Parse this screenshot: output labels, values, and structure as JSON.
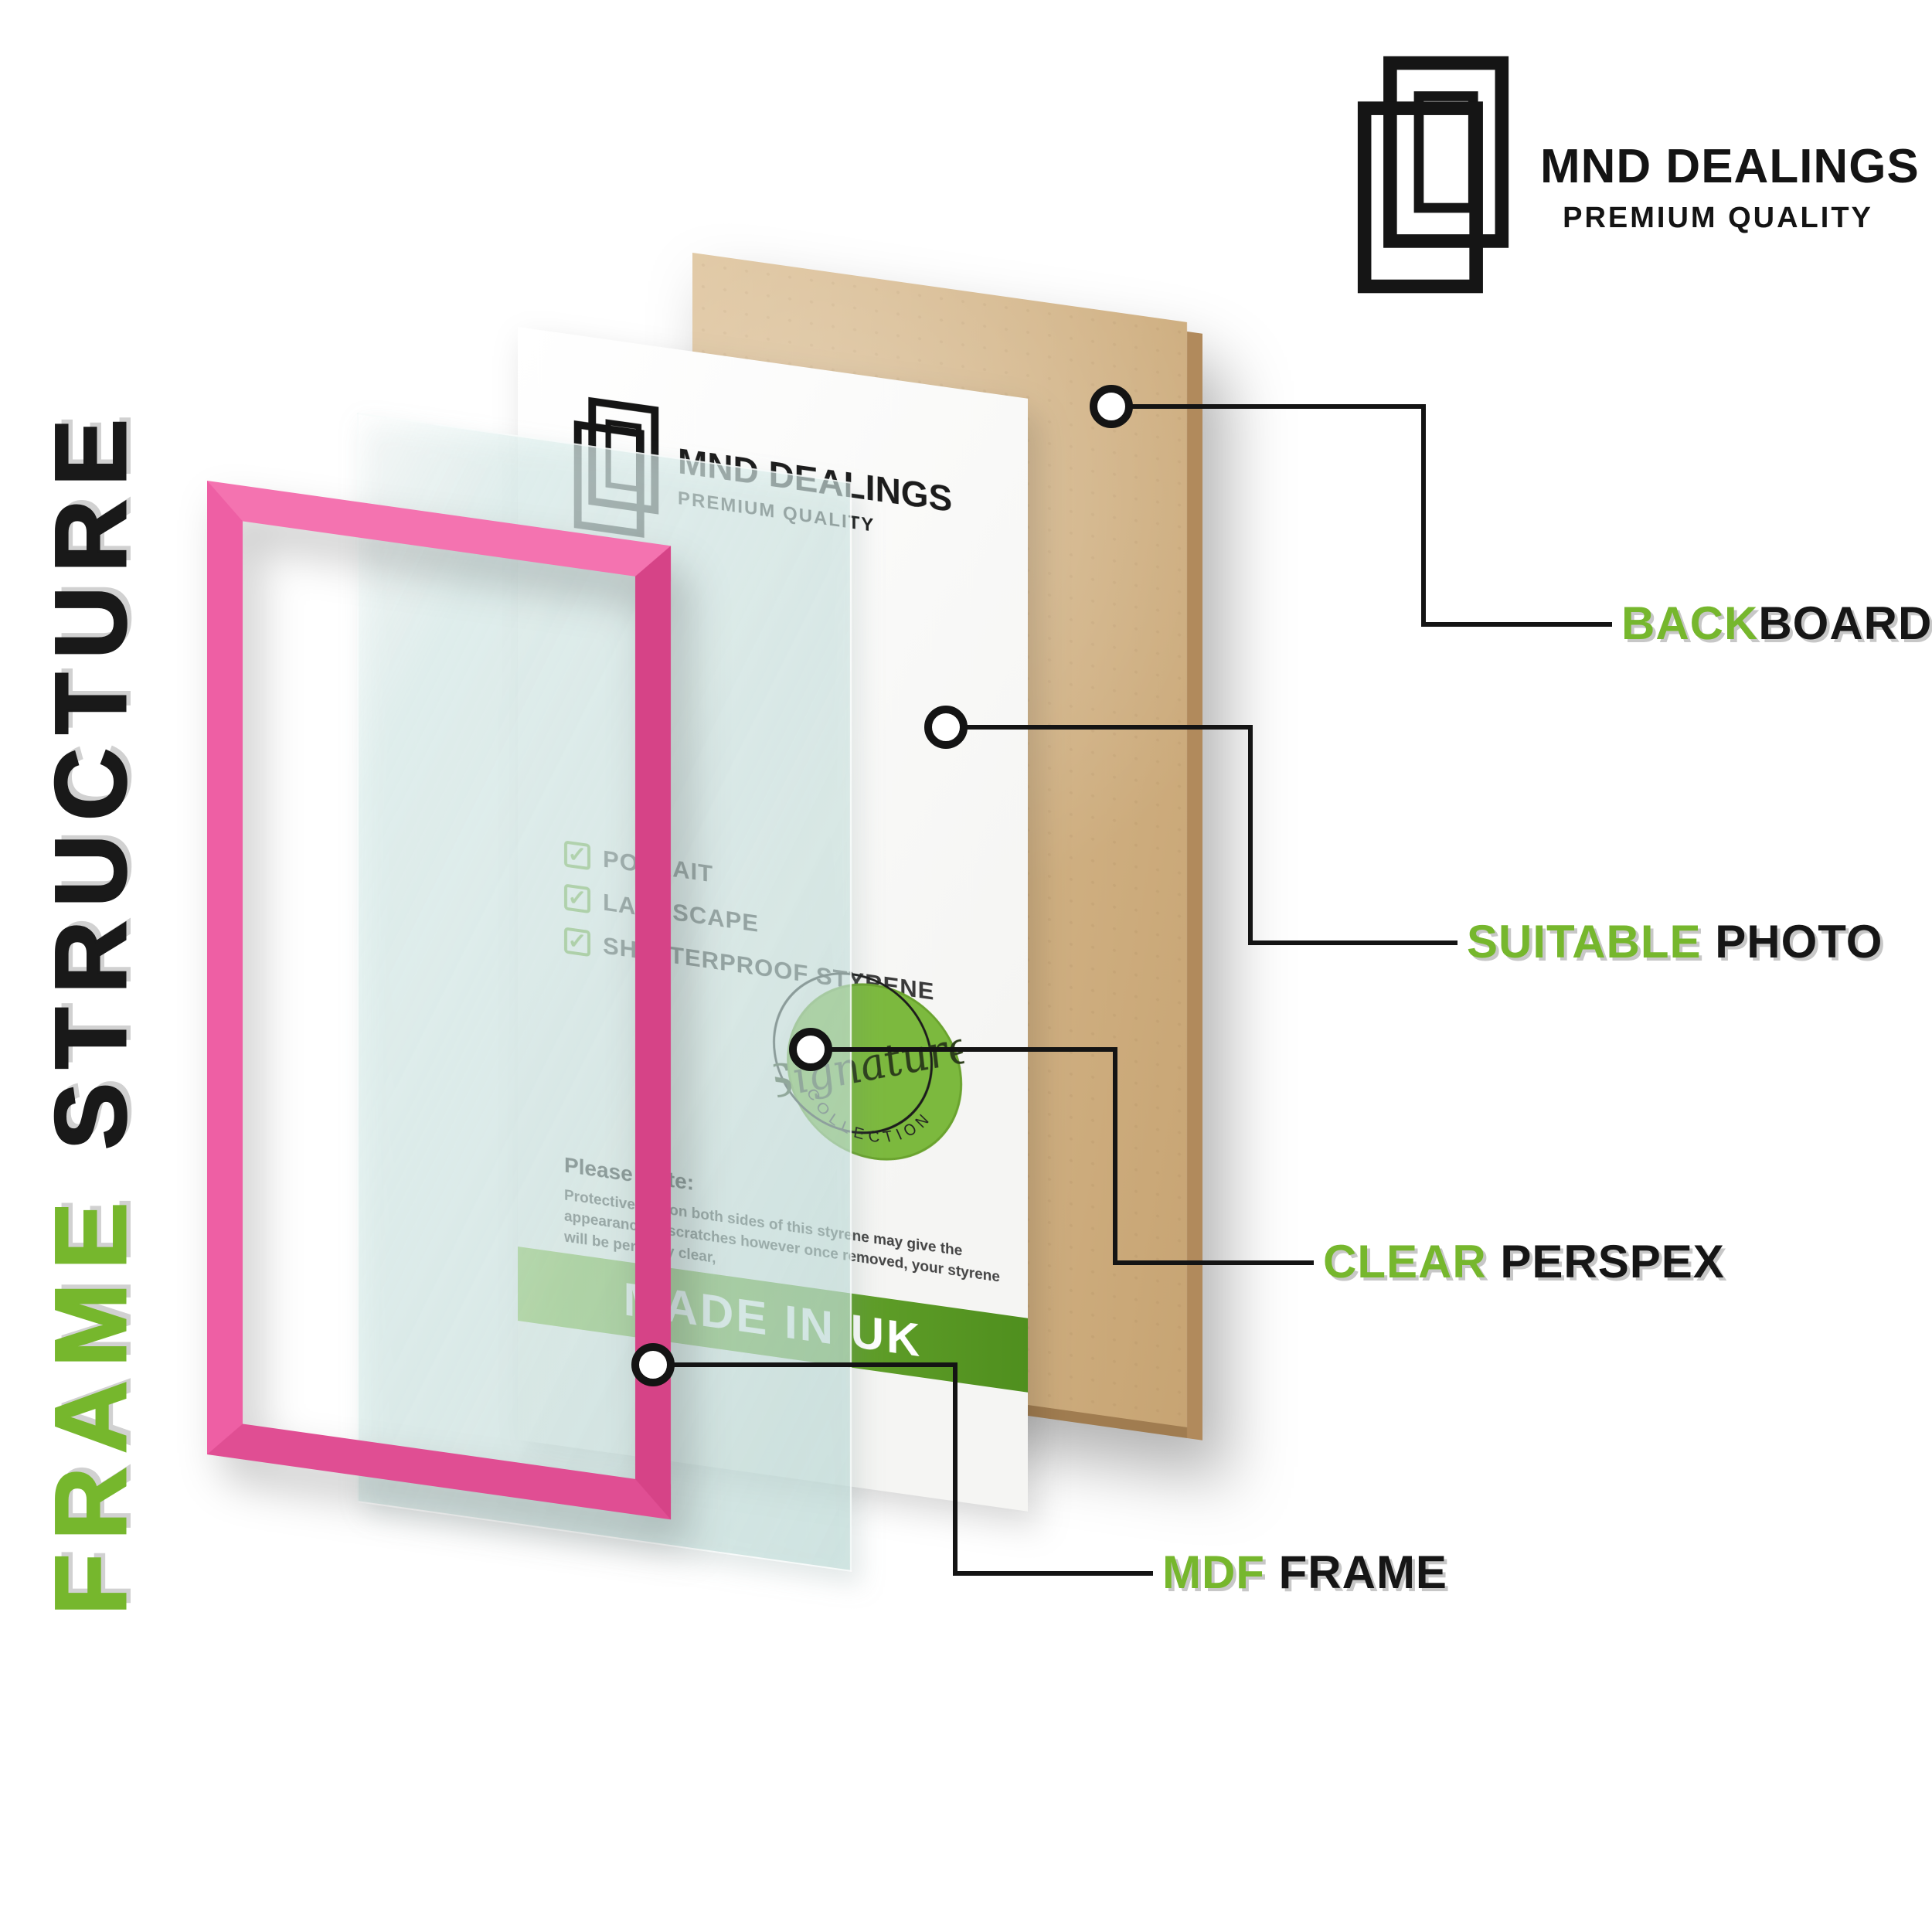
{
  "brand": {
    "name": "MND DEALINGS",
    "tagline": "PREMIUM QUALITY"
  },
  "title": {
    "frame": "FRAME",
    "structure": "STRUCTURE"
  },
  "photo_insert": {
    "brand_name": "MND DEALINGS",
    "brand_tagline": "PREMIUM QUALITY",
    "checklist": [
      "POTRAIT",
      "LANDSCAPE",
      "SHATTERPROOF STYRENE"
    ],
    "note_title": "Please Note:",
    "note_body": "Protective film on both sides of this styrene may give the appearance of scratches however once removed, your styrene will be perfectly clear,",
    "banner": "MADE IN UK",
    "badge_script": "Signature",
    "badge_arc": "COLLECTION"
  },
  "callouts": [
    {
      "green": "BACK",
      "black": "BOARD"
    },
    {
      "green": "SUITABLE",
      "black": " PHOTO"
    },
    {
      "green": "CLEAR",
      "black": " PERSPEX"
    },
    {
      "green": "MDF",
      "black": " FRAME"
    }
  ],
  "colors": {
    "accent_green": "#76b72d",
    "frame_pink": "#ee5fa4",
    "backboard_tan": "#d2b386",
    "perspex_tint": "#d7ebe8"
  }
}
